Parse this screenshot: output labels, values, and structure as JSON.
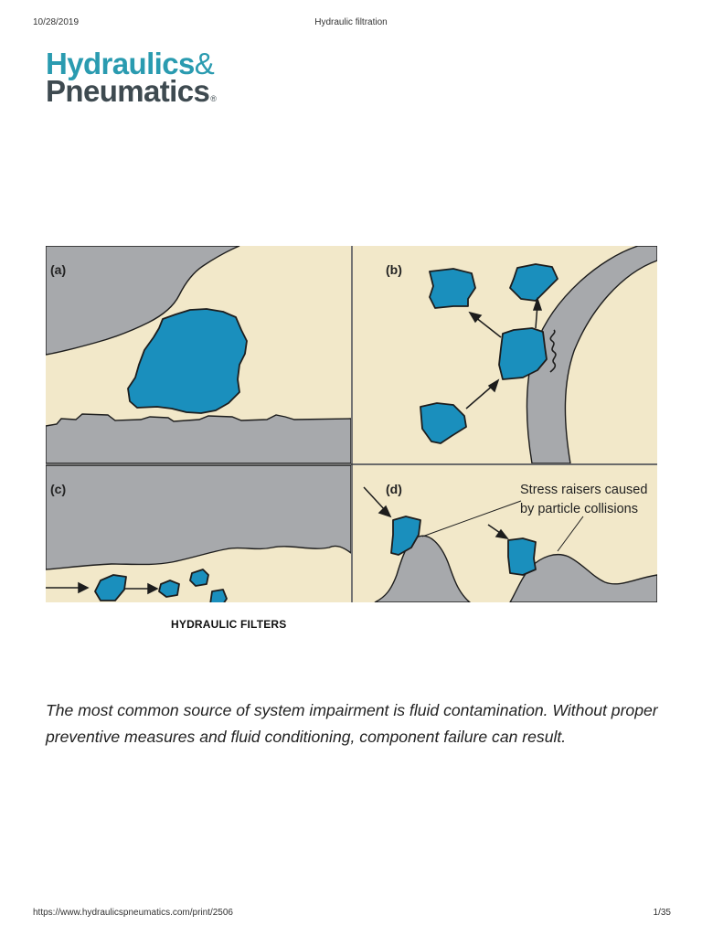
{
  "header": {
    "date": "10/28/2019",
    "title": "Hydraulic filtration"
  },
  "logo": {
    "line1": "Hydraulics",
    "amp": "&",
    "line2": "Pneumatics",
    "reg": "®"
  },
  "figure": {
    "panels": [
      "(a)",
      "(b)",
      "(c)",
      "(d)"
    ],
    "annotation_line1": "Stress raisers caused",
    "annotation_line2": "by particle collisions",
    "colors": {
      "background": "#f2e8c9",
      "metal": "#a7a9ac",
      "particle": "#1a8fbd",
      "outline": "#1d1d1d"
    }
  },
  "caption": "HYDRAULIC FILTERS",
  "body": {
    "paragraph": "The most common source of system impairment is fluid contamination. Without proper preventive measures and fluid conditioning, component failure can result."
  },
  "footer": {
    "url": "https://www.hydraulicspneumatics.com/print/2506",
    "page": "1/35"
  }
}
